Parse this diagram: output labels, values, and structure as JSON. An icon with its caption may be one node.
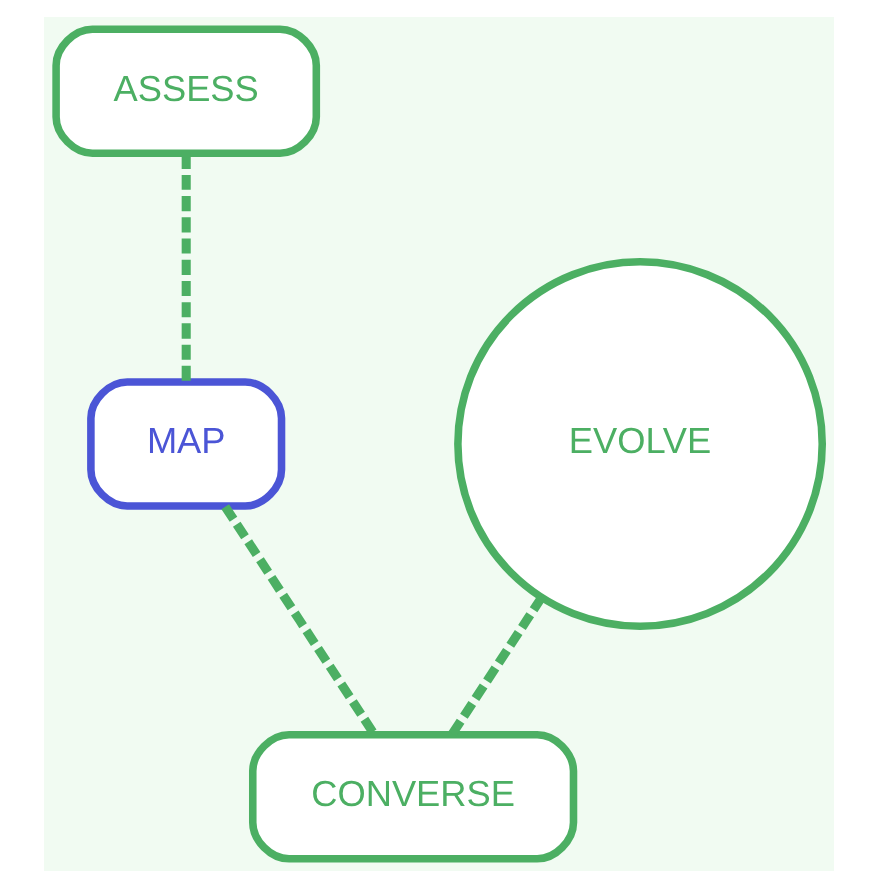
{
  "diagram": {
    "nodes": [
      {
        "text": [
          "ASSESS"
        ]
      },
      {
        "text": [
          "MAP"
        ]
      },
      {
        "text": [
          "CONVERSE"
        ]
      },
      {
        "text": [
          "EVOLVE"
        ]
      }
    ],
    "edges": [
      {
        "from": 0,
        "to": 1,
        "arrow": "none",
        "style": "dashed"
      },
      {
        "from": 1,
        "to": 2,
        "arrow": "none",
        "style": "dashed"
      },
      {
        "from": 3,
        "to": 2,
        "arrow": "none",
        "style": "dashed"
      }
    ]
  }
}
